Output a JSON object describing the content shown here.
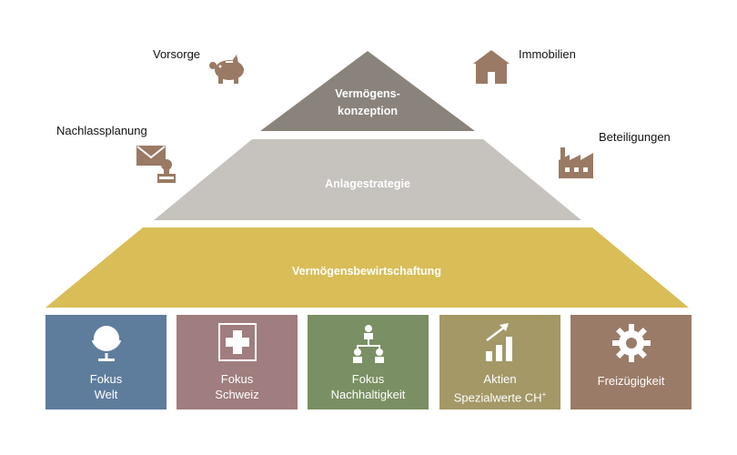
{
  "pyramid": {
    "top_line1": "Vermögens-",
    "top_line2": "konzeption",
    "middle": "Anlagestrategie",
    "bottom": "Vermögensbewirtschaftung",
    "colors": {
      "top": "#8a837b",
      "middle": "#c6c2bd",
      "bottom": "#d9bd57"
    }
  },
  "side_items": {
    "vorsorge": {
      "label": "Vorsorge",
      "icon": "piggy-bank-icon"
    },
    "immobilien": {
      "label": "Immobilien",
      "icon": "house-icon"
    },
    "nachlassplanung": {
      "label": "Nachlassplanung",
      "icon": "letter-stamp-icon"
    },
    "beteiligungen": {
      "label": "Beteiligungen",
      "icon": "factory-icon"
    }
  },
  "icon_color": "#9a7a64",
  "boxes": [
    {
      "line1": "Fokus",
      "line2": "Welt",
      "icon": "globe-icon",
      "color": "#5e7d9c"
    },
    {
      "line1": "Fokus",
      "line2": "Schweiz",
      "icon": "swiss-cross-icon",
      "color": "#a07d7e"
    },
    {
      "line1": "Fokus",
      "line2": "Nachhaltigkeit",
      "icon": "org-chart-icon",
      "color": "#7a8f63"
    },
    {
      "line1": "Aktien",
      "line2": "Spezialwerte CH",
      "line2_sup": "+",
      "icon": "growth-chart-icon",
      "color": "#a39866"
    },
    {
      "line1": "Freizügigkeit",
      "icon": "gear-icon",
      "color": "#9a7b67"
    }
  ]
}
